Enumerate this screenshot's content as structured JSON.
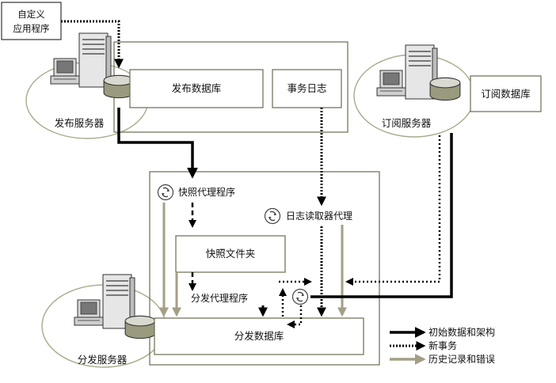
{
  "nodes": {
    "custom_app": {
      "line1": "自定义",
      "line2": "应用程序"
    },
    "publish_server": "发布服务器",
    "publish_db": "发布数据库",
    "transaction_log": "事务日志",
    "subscribe_server": "订阅服务器",
    "subscribe_db": "订阅数据库",
    "snapshot_agent": "快照代理程序",
    "logreader_agent": "日志读取器代理",
    "snapshot_folder": "快照文件夹",
    "distribution_agent": "分发代理程序",
    "distribution_db": "分发数据库",
    "distribution_server": "分发服务器"
  },
  "legend": [
    {
      "label": "初始数据和架构",
      "style": "solid-black"
    },
    {
      "label": "新事务",
      "style": "dotted-black"
    },
    {
      "label": "历史记录和错误",
      "style": "solid-gray"
    }
  ],
  "colors": {
    "black_line": "#000000",
    "gray_line": "#a39f86",
    "box_stroke": "#6b6b52",
    "ellipse_stroke": "#a8aa8c",
    "cylinder_fill": "#9a9a7e",
    "server_fill": "#e8e8e8"
  }
}
